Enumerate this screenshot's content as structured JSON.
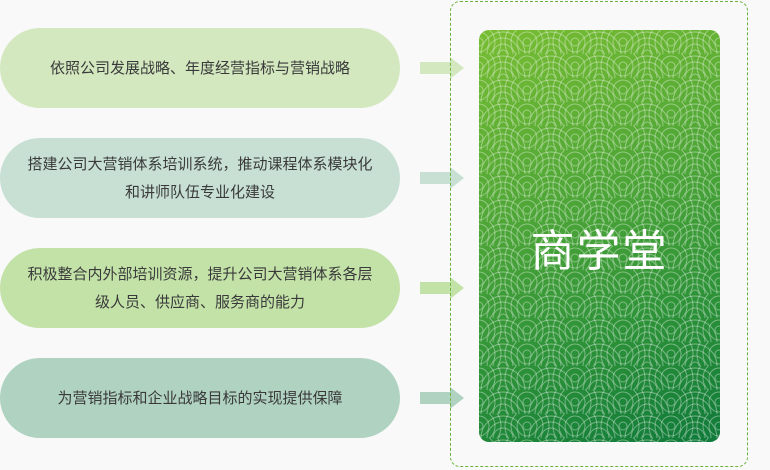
{
  "items": [
    {
      "text": "依照公司发展战略、年度经营指标与营销战略",
      "color": "#d3e8bf",
      "arrow_color": "#d3e8bf"
    },
    {
      "text": "搭建公司大营销体系培训系统，推动课程体系模块化和讲师队伍专业化建设",
      "color": "#c7e0d3",
      "arrow_color": "#c7e0d3"
    },
    {
      "text": "积极整合内外部培训资源，提升公司大营销体系各层级人员、供应商、服务商的能力",
      "color": "#c3e2a8",
      "arrow_color": "#c3e2a8"
    },
    {
      "text": "为营销指标和企业战略目标的实现提供保障",
      "color": "#b0d2c1",
      "arrow_color": "#b0d2c1"
    }
  ],
  "panel": {
    "title": "商学堂",
    "gradient_start": "#78bd32",
    "gradient_end": "#0f7a3a"
  },
  "dash_color": "#6bb33a"
}
